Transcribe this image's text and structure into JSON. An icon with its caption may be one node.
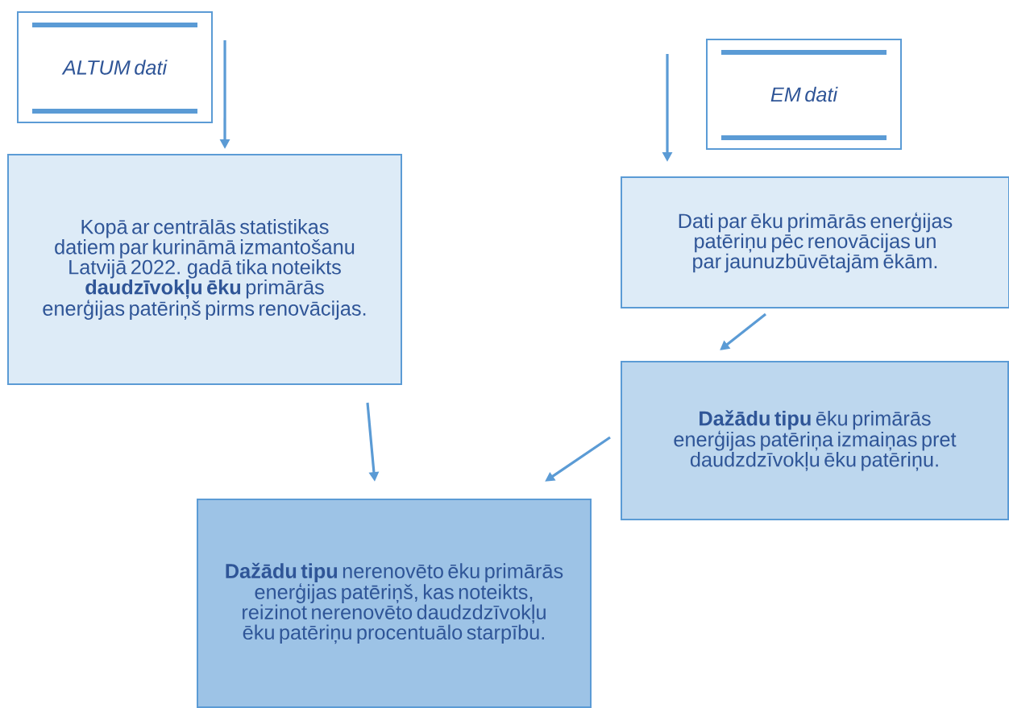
{
  "diagram": {
    "nodes": [
      {
        "text": [
          "ALTUM dati"
        ]
      },
      {
        "text": [
          "EM dati"
        ]
      },
      {
        "text": [
          "Kopā ar centrālās statistikas datiem par kurināmā izmantošanu Latvijā 2022. gadā tika noteikts **daudzīvokļu ēku** primārās enerģijas patēriņš pirms renovācijas."
        ]
      },
      {
        "text": [
          "Dati par ēku primārās enerģijas patēriņu pēc renovācijas un par jaunuzbūvētajām ēkām."
        ]
      },
      {
        "text": [
          "**Dažādu tipu** ēku primārās enerģijas patēriņa izmaiņas pret daudzdzīvokļu ēku patēriņu."
        ]
      },
      {
        "text": [
          "**Dažādu tipu** nerenovēto ēku primārās enerģijas patēriņš, kas noteikts, reizinot nerenovēto daudzdzīvokļu ēku patēriņu procentuālo starpību."
        ]
      }
    ],
    "edges": [
      {
        "from": 0,
        "to": 2,
        "arrow": "to"
      },
      {
        "from": null,
        "to": 3,
        "arrow": "to"
      },
      {
        "from": 3,
        "to": 4,
        "arrow": "to"
      },
      {
        "from": 2,
        "to": 5,
        "arrow": "to"
      },
      {
        "from": 4,
        "to": 5,
        "arrow": "to"
      }
    ]
  }
}
